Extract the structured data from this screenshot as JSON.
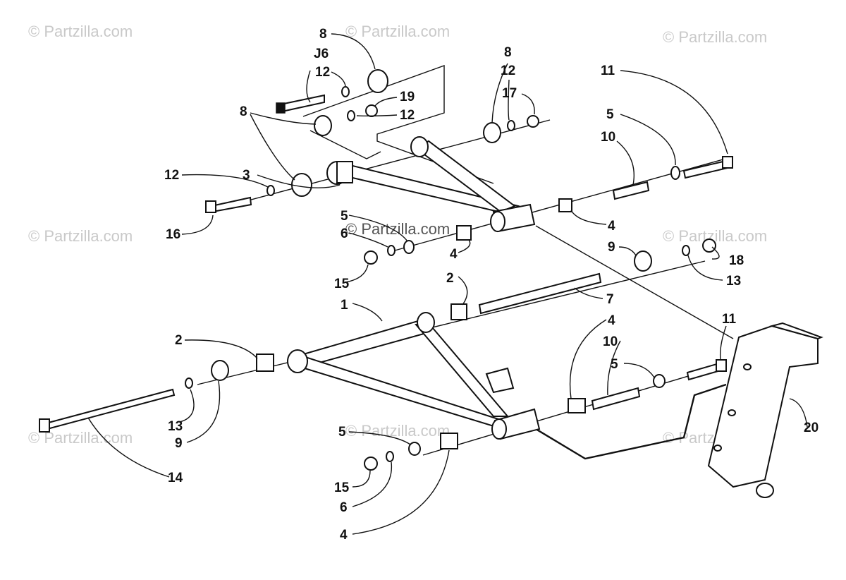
{
  "watermark": {
    "text": "© Partzilla.com"
  },
  "callouts": {
    "c1": "1",
    "c2a": "2",
    "c2b": "2",
    "c3": "3",
    "c4a": "4",
    "c4b": "4",
    "c4c": "4",
    "c4d": "4",
    "c5a": "5",
    "c5b": "5",
    "c5c": "5",
    "c5d": "5",
    "c6a": "6",
    "c6b": "6",
    "c7": "7",
    "c8a": "8",
    "c8b": "8",
    "c8c": "8",
    "c9a": "9",
    "c9b": "9",
    "c10a": "10",
    "c10b": "10",
    "c11a": "11",
    "c11b": "11",
    "c12a": "12",
    "c12b": "12",
    "c12c": "12",
    "c12d": "12",
    "c13a": "13",
    "c13b": "13",
    "c14": "14",
    "c15a": "15",
    "c15b": "15",
    "c16": "16",
    "cJ16": "J6",
    "c17": "17",
    "c18": "18",
    "c19": "19",
    "c20": "20"
  }
}
